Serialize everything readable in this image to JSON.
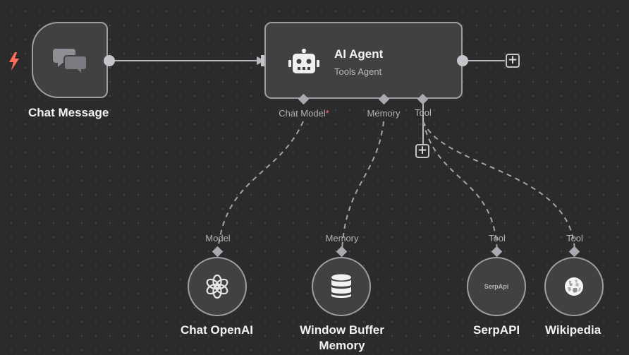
{
  "nodes": {
    "trigger": {
      "label": "Chat Message",
      "icon": "chat-bubbles-icon"
    },
    "agent": {
      "title": "AI Agent",
      "subtitle": "Tools Agent",
      "icon": "robot-icon"
    },
    "chat_openai": {
      "label": "Chat OpenAI",
      "icon": "openai-icon"
    },
    "memory": {
      "label_line1": "Window Buffer",
      "label_line2": "Memory",
      "icon": "database-icon"
    },
    "serpapi": {
      "label": "SerpAPI",
      "logo_text": "SerpApi"
    },
    "wikipedia": {
      "label": "Wikipedia",
      "icon": "wikipedia-globe-icon"
    }
  },
  "agent_ports": {
    "chat_model": "Chat Model",
    "required_mark": "*",
    "memory": "Memory",
    "tool": "Tool"
  },
  "sub_ports": {
    "model": "Model",
    "memory": "Memory",
    "tool_serp": "Tool",
    "tool_wiki": "Tool"
  },
  "buttons": {
    "add_symbol": "+"
  },
  "colors": {
    "canvas_bg": "#2b2b2b",
    "node_bg": "#414141",
    "node_border": "#9e9ea5",
    "trigger_bolt": "#ff6d5a",
    "required_star": "#ff6d6d",
    "edge": "#a3a3ab"
  }
}
